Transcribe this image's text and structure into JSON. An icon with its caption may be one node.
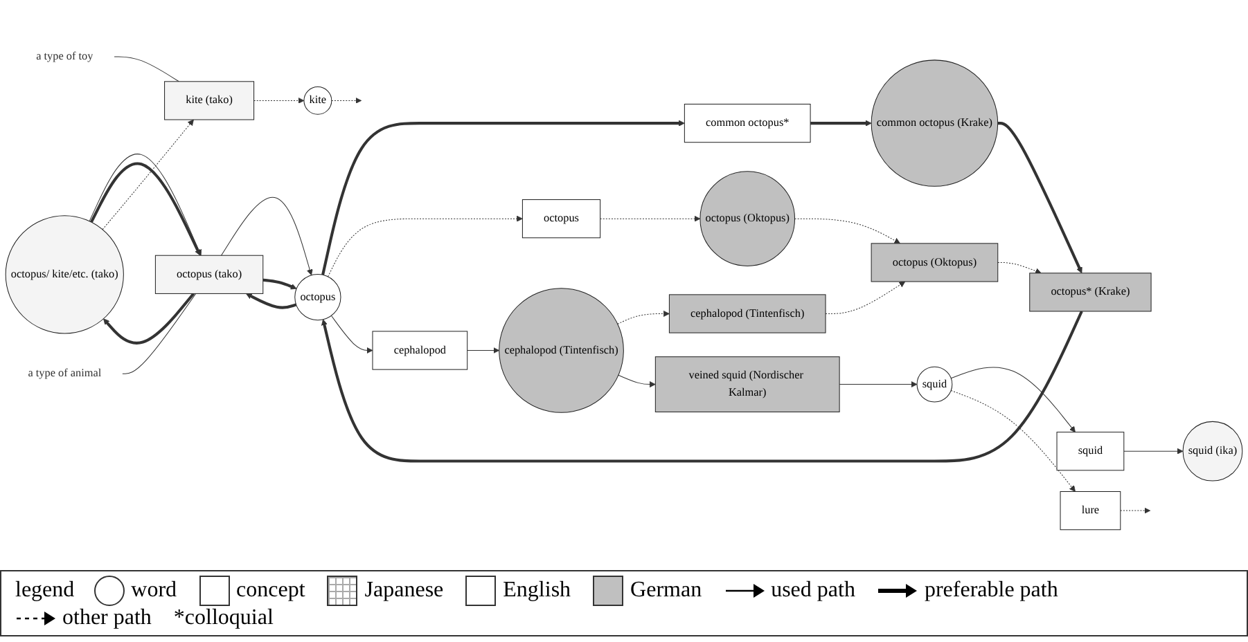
{
  "diagram": {
    "nodes": [
      {
        "text": [
          "octopus/ kite/etc. (tako)"
        ]
      },
      {
        "text": [
          "octopus (tako)"
        ]
      },
      {
        "text": [
          "kite (tako)"
        ]
      },
      {
        "text": [
          "octopus"
        ]
      },
      {
        "text": [
          "kite"
        ]
      },
      {
        "text": [
          "squid (ika)"
        ]
      },
      {
        "text": [
          "common octopus*"
        ]
      },
      {
        "text": [
          "octopus"
        ]
      },
      {
        "text": [
          "cephalopod"
        ]
      },
      {
        "text": [
          "squid"
        ]
      },
      {
        "text": [
          "squid"
        ]
      },
      {
        "text": [
          "lure"
        ]
      },
      {
        "text": [
          "common octopus (Krake)"
        ]
      },
      {
        "text": [
          "octopus (Oktopus)"
        ]
      },
      {
        "text": [
          "cephalopod (Tintenfisch)"
        ]
      },
      {
        "text": [
          "octopus* (Krake)"
        ]
      },
      {
        "text": [
          "octopus (Oktopus)"
        ]
      },
      {
        "text": [
          "cephalopod (Tintenfisch)"
        ]
      },
      {
        "text": [
          "veined squid (Nordischer Kalmar)"
        ]
      },
      {
        "text": [
          "a type of animal"
        ]
      },
      {
        "text": [
          "a type of toy"
        ]
      }
    ],
    "edges": [
      {
        "from": 0,
        "to": 1,
        "arrow": "to"
      },
      {
        "from": 0,
        "to": 1,
        "arrow": "to",
        "style": "thick"
      },
      {
        "from": 1,
        "to": 0,
        "arrow": "to",
        "style": "thick"
      },
      {
        "from": 1,
        "to": 3,
        "arrow": "to"
      },
      {
        "from": 1,
        "to": 3,
        "arrow": "to",
        "style": "thick"
      },
      {
        "from": 3,
        "to": 1,
        "arrow": "to",
        "style": "thick"
      },
      {
        "from": 0,
        "to": 2,
        "arrow": "to",
        "style": "dashed"
      },
      {
        "from": 2,
        "to": 4,
        "arrow": "to",
        "style": "dashed"
      },
      {
        "from": 4,
        "to": null,
        "arrow": "to",
        "style": "dashed"
      },
      {
        "from": 3,
        "to": 6,
        "arrow": "to",
        "style": "thick"
      },
      {
        "from": 3,
        "to": 7,
        "arrow": "to",
        "style": "dashed"
      },
      {
        "from": 3,
        "to": 8,
        "arrow": "to"
      },
      {
        "from": 6,
        "to": 12,
        "arrow": "to",
        "style": "thick"
      },
      {
        "from": 12,
        "to": 15,
        "arrow": "to",
        "style": "thick"
      },
      {
        "from": 15,
        "to": 3,
        "arrow": "to",
        "style": "thick"
      },
      {
        "from": 7,
        "to": 13,
        "arrow": "to",
        "style": "dashed"
      },
      {
        "from": 13,
        "to": 16,
        "arrow": "to",
        "style": "dashed"
      },
      {
        "from": 16,
        "to": 15,
        "arrow": "to",
        "style": "dashed"
      },
      {
        "from": 8,
        "to": 14,
        "arrow": "to"
      },
      {
        "from": 14,
        "to": 17,
        "arrow": "to",
        "style": "dashed"
      },
      {
        "from": 17,
        "to": 16,
        "arrow": "to",
        "style": "dashed"
      },
      {
        "from": 14,
        "to": 18,
        "arrow": "to"
      },
      {
        "from": 18,
        "to": 10,
        "arrow": "to"
      },
      {
        "from": 10,
        "to": 9,
        "arrow": "to"
      },
      {
        "from": 9,
        "to": 5,
        "arrow": "to"
      },
      {
        "from": 10,
        "to": 11,
        "arrow": "to",
        "style": "dashed"
      },
      {
        "from": 11,
        "to": null,
        "arrow": "to",
        "style": "dashed"
      },
      {
        "from": 19,
        "to": 1,
        "arrow": "none"
      },
      {
        "from": 20,
        "to": 2,
        "arrow": "none"
      }
    ],
    "labels": [
      "legend"
    ],
    "legend": [
      {
        "text": "word"
      },
      {
        "text": "concept"
      },
      {
        "text": "Japanese"
      },
      {
        "text": "English",
        "color": "#ffffff"
      },
      {
        "text": "German",
        "color": "#c0c0c0"
      },
      {
        "text": "used path"
      },
      {
        "text": "preferable path"
      },
      {
        "text": "other path"
      },
      {
        "text": "*colloquial"
      }
    ]
  }
}
